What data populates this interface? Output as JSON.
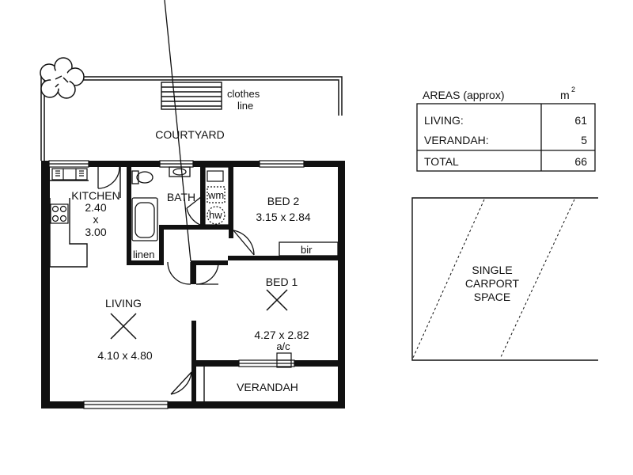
{
  "colors": {
    "wall": "#111111",
    "background": "#ffffff"
  },
  "floorplan": {
    "courtyard": {
      "label": "COURTYARD"
    },
    "clothes_line": {
      "line1": "clothes",
      "line2": "line"
    },
    "kitchen": {
      "name": "KITCHEN",
      "dim_a": "2.40",
      "dim_x": "x",
      "dim_b": "3.00"
    },
    "bath": {
      "name": "BATH"
    },
    "wm": {
      "label": "wm"
    },
    "hw": {
      "label": "hw"
    },
    "linen": {
      "label": "linen"
    },
    "bed2": {
      "name": "BED 2",
      "dims": "3.15 x 2.84"
    },
    "bir": {
      "label": "bir"
    },
    "bed1": {
      "name": "BED 1",
      "dims": "4.27 x 2.82",
      "ac": "a/c"
    },
    "living": {
      "name": "LIVING",
      "dims": "4.10 x 4.80"
    },
    "verandah": {
      "name": "VERANDAH"
    },
    "carport": {
      "line1": "SINGLE",
      "line2": "CARPORT",
      "line3": "SPACE"
    }
  },
  "areas": {
    "title": "AREAS (approx)",
    "unit": "m",
    "unit_sup": "2",
    "rows": [
      {
        "label": "LIVING:",
        "value": "61"
      },
      {
        "label": "VERANDAH:",
        "value": "5"
      }
    ],
    "total": {
      "label": "TOTAL",
      "value": "66"
    }
  },
  "icons": [
    "tree-icon",
    "fan-icon",
    "door-swing-icon",
    "toilet-icon",
    "basin-icon",
    "bathtub-icon",
    "stove-icon",
    "sink-icon"
  ]
}
